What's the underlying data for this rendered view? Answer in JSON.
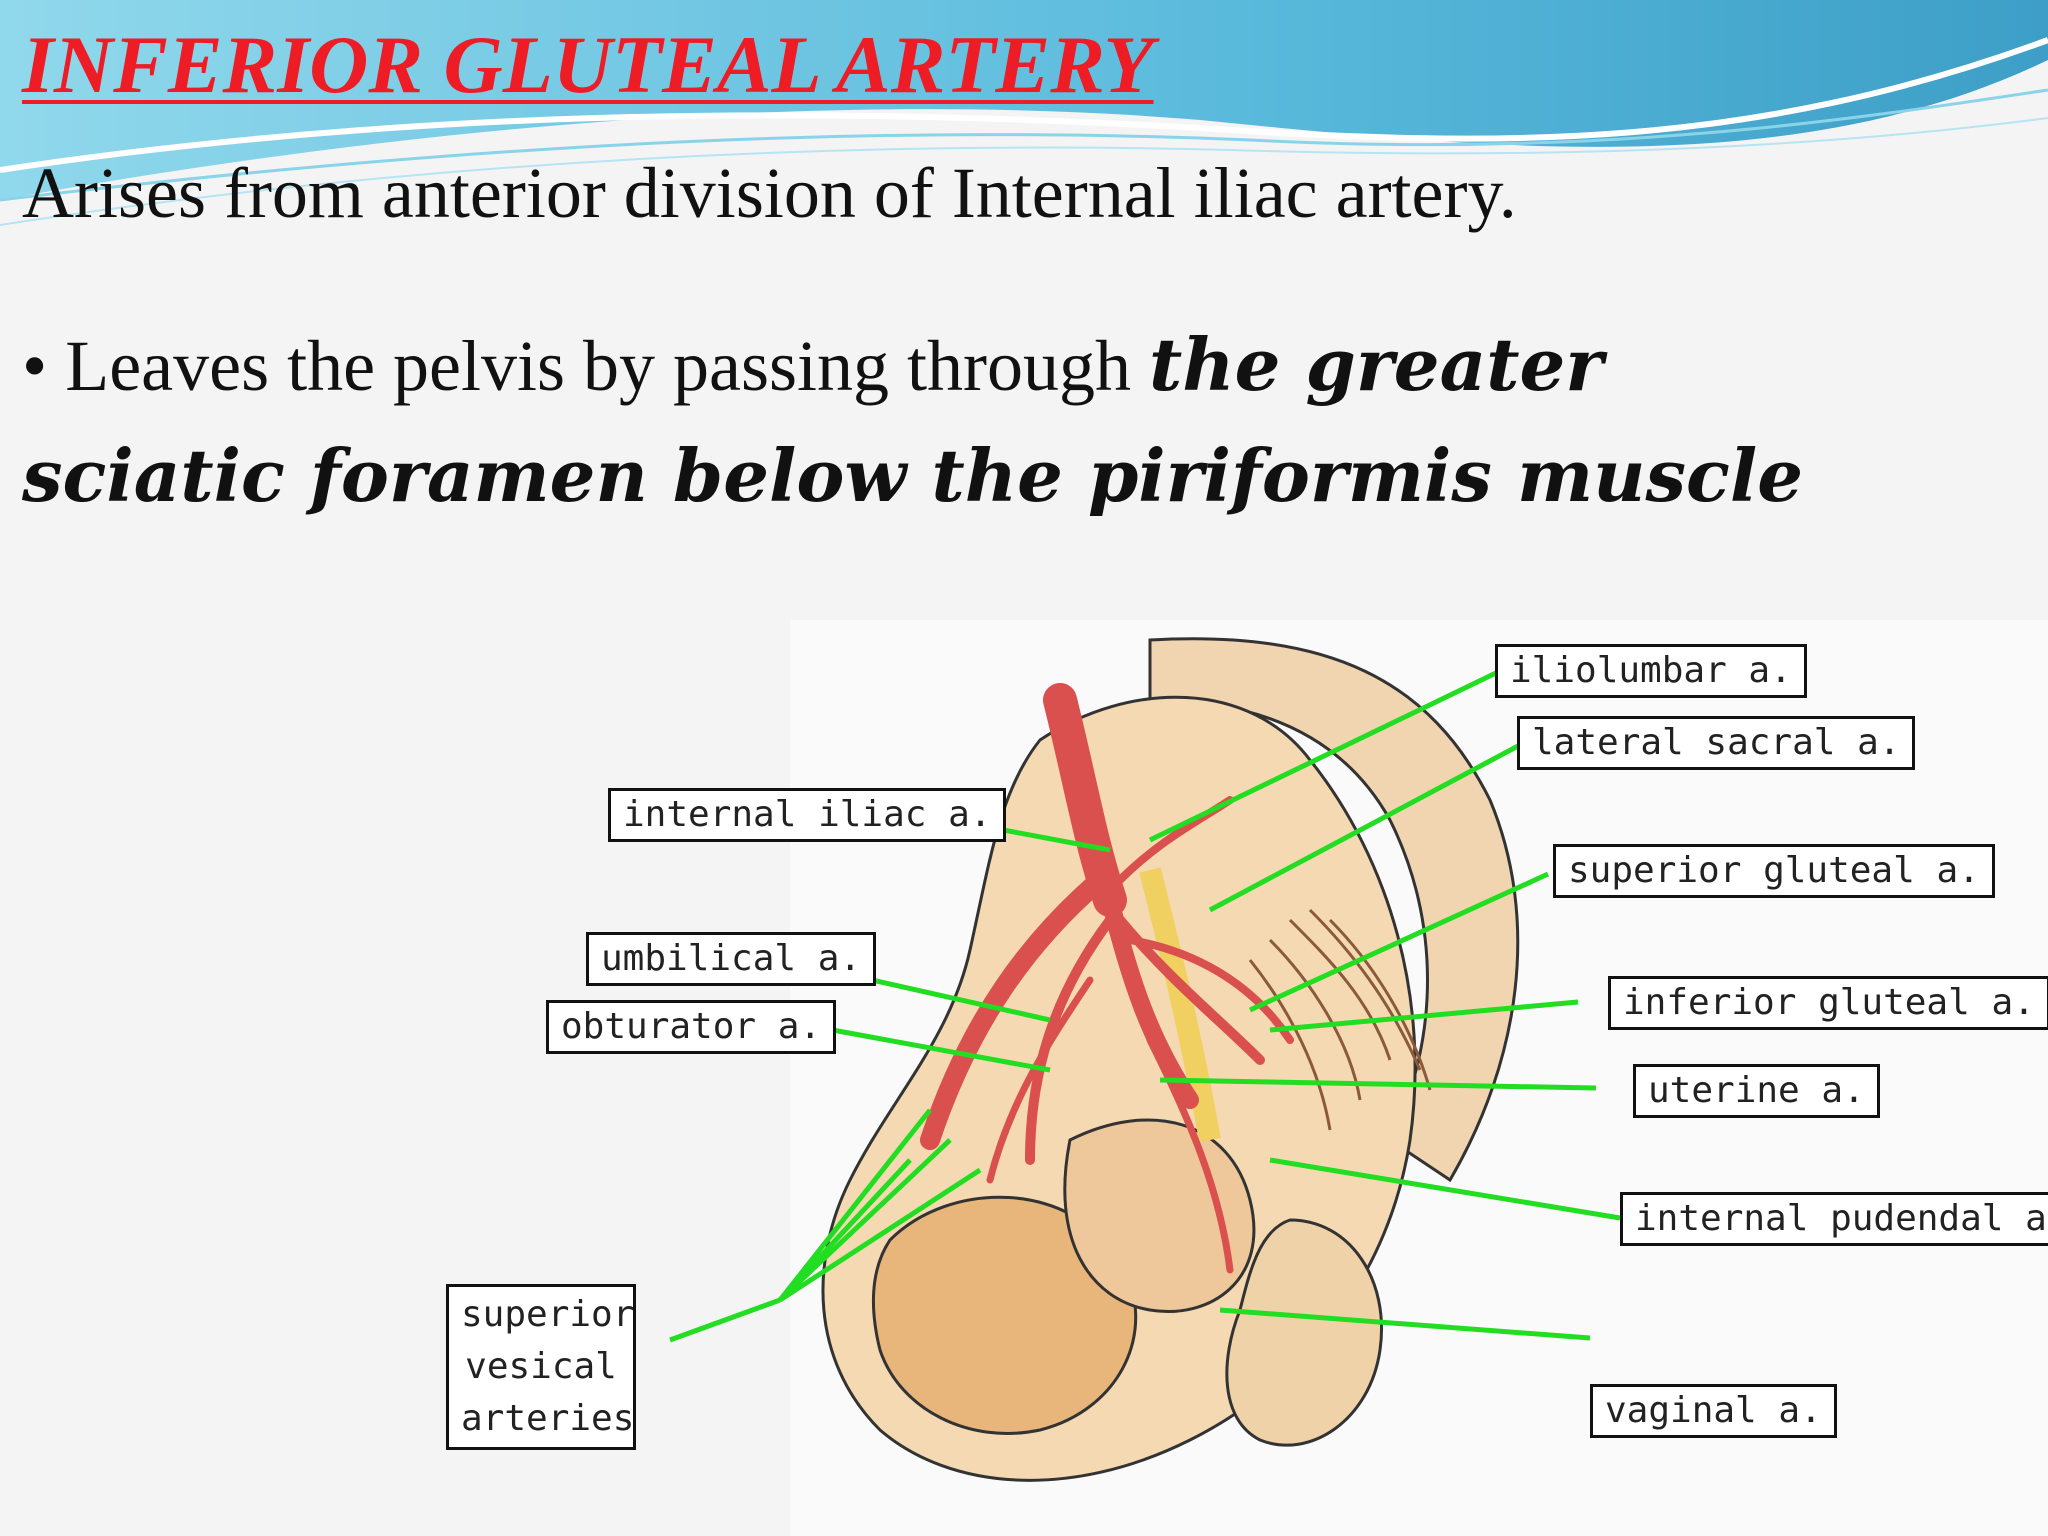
{
  "slide": {
    "title": "INFERIOR GLUTEAL ARTERY",
    "origin": "Arises from anterior division of Internal iliac artery.",
    "bullet_marker": "•",
    "bullet_plain": "Leaves the pelvis by passing through ",
    "bullet_emphasis_1": "the greater",
    "bullet_emphasis_2": "sciatic foramen  below the piriformis muscle"
  },
  "diagram": {
    "labels": {
      "iliolumbar": "iliolumbar a.",
      "lateral_sacral": "lateral sacral a.",
      "internal_iliac": "internal iliac a.",
      "superior_gluteal": "superior gluteal a.",
      "umbilical": "umbilical a.",
      "inferior_gluteal": "inferior gluteal a.",
      "obturator": "obturator a.",
      "uterine": "uterine a.",
      "internal_pudendal": "internal pudendal a.",
      "superior_vesical": "superior vesical arteries",
      "vaginal": "vaginal a."
    }
  },
  "colors": {
    "title": "#ee1c24",
    "leader_lines": "#22dd22",
    "artery": "#e86a6a",
    "tissue": "#f2cfa0",
    "wave": "#4bb6d9"
  }
}
